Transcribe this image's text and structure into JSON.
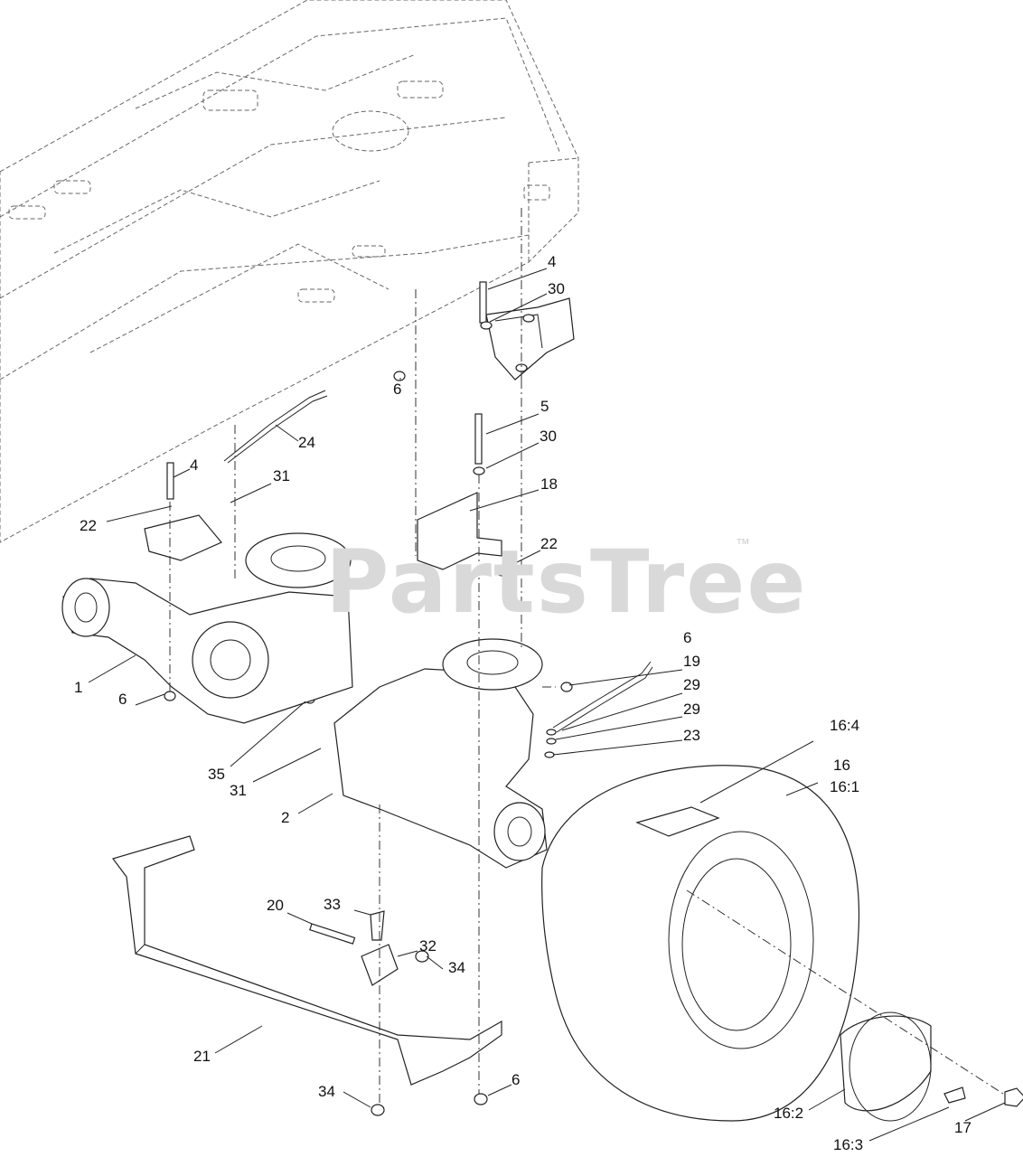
{
  "watermark": {
    "text": "PartsTree",
    "trademark": "™"
  },
  "callouts": [
    {
      "id": "c1",
      "text": "4"
    },
    {
      "id": "c2",
      "text": "30"
    },
    {
      "id": "c3",
      "text": "6"
    },
    {
      "id": "c4",
      "text": "5"
    },
    {
      "id": "c5",
      "text": "30"
    },
    {
      "id": "c6",
      "text": "24"
    },
    {
      "id": "c7",
      "text": "4"
    },
    {
      "id": "c8",
      "text": "31"
    },
    {
      "id": "c9",
      "text": "18"
    },
    {
      "id": "c10",
      "text": "22"
    },
    {
      "id": "c11",
      "text": "22"
    },
    {
      "id": "c12",
      "text": "1"
    },
    {
      "id": "c13",
      "text": "6"
    },
    {
      "id": "c14",
      "text": "6"
    },
    {
      "id": "c15",
      "text": "19"
    },
    {
      "id": "c16",
      "text": "29"
    },
    {
      "id": "c17",
      "text": "29"
    },
    {
      "id": "c18",
      "text": "23"
    },
    {
      "id": "c19",
      "text": "16:4"
    },
    {
      "id": "c20",
      "text": "35"
    },
    {
      "id": "c21",
      "text": "31"
    },
    {
      "id": "c22",
      "text": "16"
    },
    {
      "id": "c23",
      "text": "16:1"
    },
    {
      "id": "c24",
      "text": "2"
    },
    {
      "id": "c25",
      "text": "20"
    },
    {
      "id": "c26",
      "text": "33"
    },
    {
      "id": "c27",
      "text": "32"
    },
    {
      "id": "c28",
      "text": "34"
    },
    {
      "id": "c29",
      "text": "21"
    },
    {
      "id": "c30",
      "text": "6"
    },
    {
      "id": "c31",
      "text": "34"
    },
    {
      "id": "c32",
      "text": "16:2"
    },
    {
      "id": "c33",
      "text": "17"
    },
    {
      "id": "c34",
      "text": "16:3"
    }
  ]
}
